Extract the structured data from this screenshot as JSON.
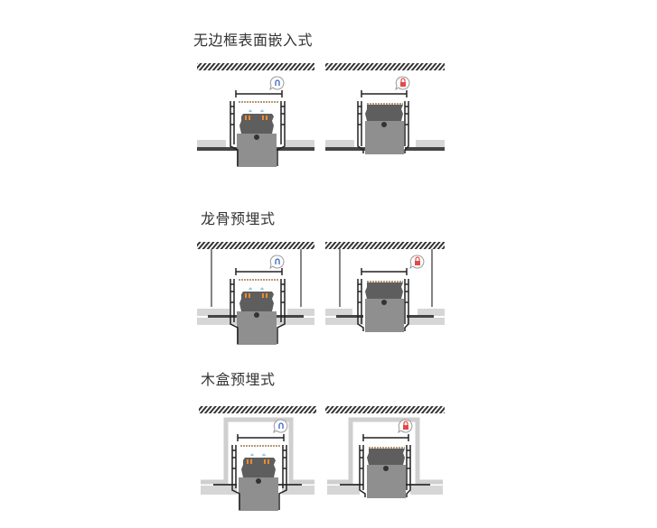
{
  "sections": [
    {
      "title": "无边框表面嵌入式"
    },
    {
      "title": "龙骨预埋式"
    },
    {
      "title": "木盒预埋式"
    }
  ],
  "colors": {
    "hatch": "#333333",
    "slab": "#d6d6d6",
    "module": "#8f8f8f",
    "module_dark": "#5e5e5e",
    "rail": "#222222",
    "frame": "#cfcfcf",
    "unlock_badge": "#3a63c8",
    "lock_badge": "#e24a4a",
    "drop": "#8fc4f0",
    "pin": "#f08a2a"
  },
  "icons": {
    "unlocked": "unlock-icon",
    "locked": "lock-icon"
  }
}
